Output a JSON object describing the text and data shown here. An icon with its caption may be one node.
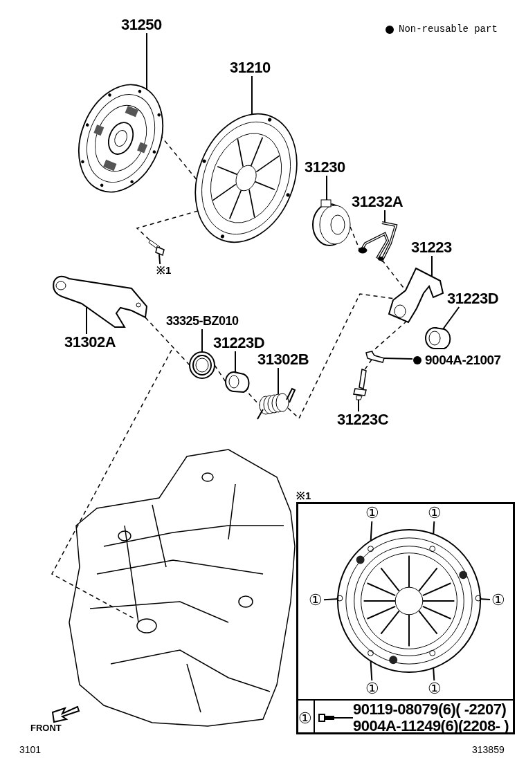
{
  "diagram": {
    "nodes": [
      {
        "text": [
          "31250"
        ]
      },
      {
        "text": [],
        "shape": "picture"
      },
      {
        "text": [
          "31210"
        ]
      },
      {
        "text": [],
        "shape": "picture"
      },
      {
        "text": [
          "31230"
        ]
      },
      {
        "text": [],
        "shape": "picture"
      },
      {
        "text": [
          "31232A"
        ]
      },
      {
        "text": [],
        "shape": "picture"
      },
      {
        "text": [
          "31223"
        ]
      },
      {
        "text": [],
        "shape": "picture"
      },
      {
        "text": [
          "31223D"
        ]
      },
      {
        "text": [],
        "shape": "picture"
      },
      {
        "text": [
          "9004A-21007"
        ]
      },
      {
        "text": [],
        "shape": "picture"
      },
      {
        "text": [
          "31223C"
        ]
      },
      {
        "text": [],
        "shape": "picture"
      },
      {
        "text": [
          "31302B"
        ]
      },
      {
        "text": [],
        "shape": "picture"
      },
      {
        "text": [
          "31223D"
        ]
      },
      {
        "text": [],
        "shape": "picture"
      },
      {
        "text": [
          "33325-BZ010"
        ]
      },
      {
        "text": [],
        "shape": "picture"
      },
      {
        "text": [
          "31302A"
        ]
      },
      {
        "text": [],
        "shape": "picture"
      },
      {
        "text": [
          "※1"
        ]
      },
      {
        "text": [],
        "shape": "picture"
      },
      {
        "text": [
          "※1"
        ]
      },
      {
        "text": [],
        "shape": "picture",
        "in": 26
      },
      {
        "text": [
          "①"
        ],
        "in": 26
      },
      {
        "text": [
          "①"
        ],
        "in": 26
      },
      {
        "text": [
          "①"
        ],
        "in": 26
      },
      {
        "text": [
          "①"
        ],
        "in": 26
      },
      {
        "text": [
          "①"
        ],
        "in": 26
      },
      {
        "text": [
          "①"
        ],
        "in": 26
      },
      {
        "text": [
          "90119-08079(6)( -2207)",
          "9004A-11249(6)(2208- )"
        ],
        "in": 26
      },
      {
        "text": [],
        "shape": "picture",
        "in": 26
      }
    ],
    "edges": [
      {
        "from": 0,
        "to": 1,
        "arrow": "none"
      },
      {
        "from": 2,
        "to": 3,
        "arrow": "none"
      },
      {
        "from": 4,
        "to": 5,
        "arrow": "none"
      },
      {
        "from": 6,
        "to": 7,
        "arrow": "none"
      },
      {
        "from": 8,
        "to": 9,
        "arrow": "none"
      },
      {
        "from": 10,
        "to": 11,
        "arrow": "none"
      },
      {
        "from": 12,
        "to": 13,
        "arrow": "none"
      },
      {
        "from": 14,
        "to": 15,
        "arrow": "none"
      },
      {
        "from": 16,
        "to": 17,
        "arrow": "none"
      },
      {
        "from": 18,
        "to": 19,
        "arrow": "none"
      },
      {
        "from": 20,
        "to": 21,
        "arrow": "none"
      },
      {
        "from": 22,
        "to": 23,
        "arrow": "none"
      },
      {
        "from": 24,
        "to": 25,
        "arrow": "none"
      },
      {
        "from": 28,
        "to": 27,
        "arrow": "none"
      },
      {
        "from": 29,
        "to": 27,
        "arrow": "none"
      },
      {
        "from": 30,
        "to": 27,
        "arrow": "none"
      },
      {
        "from": 31,
        "to": 27,
        "arrow": "none"
      },
      {
        "from": 32,
        "to": 27,
        "arrow": "none"
      },
      {
        "from": 33,
        "to": 27,
        "arrow": "none"
      },
      {
        "from": 34,
        "to": 35,
        "arrow": "none"
      },
      {
        "from": 1,
        "to": 3,
        "arrow": "none",
        "style": "dashed"
      },
      {
        "from": 3,
        "to": 25,
        "arrow": "none",
        "style": "dashed"
      },
      {
        "from": 5,
        "to": 7,
        "arrow": "none",
        "style": "dashed"
      },
      {
        "from": 7,
        "to": 9,
        "arrow": "none",
        "style": "dashed"
      },
      {
        "from": 23,
        "to": 21,
        "arrow": "none",
        "style": "dashed"
      },
      {
        "from": 21,
        "to": 19,
        "arrow": "none",
        "style": "dashed"
      },
      {
        "from": 19,
        "to": 17,
        "arrow": "none",
        "style": "dashed"
      },
      {
        "from": 17,
        "to": 9,
        "arrow": "none",
        "style": "dashed"
      },
      {
        "from": 9,
        "to": 13,
        "arrow": "none",
        "style": "dashed"
      },
      {
        "from": 13,
        "to": 15,
        "arrow": "none",
        "style": "dashed"
      }
    ],
    "labels": [
      "①",
      "FRONT",
      "3101",
      "313859"
    ],
    "legend": [
      {
        "text": "Non-reusable part"
      }
    ]
  }
}
